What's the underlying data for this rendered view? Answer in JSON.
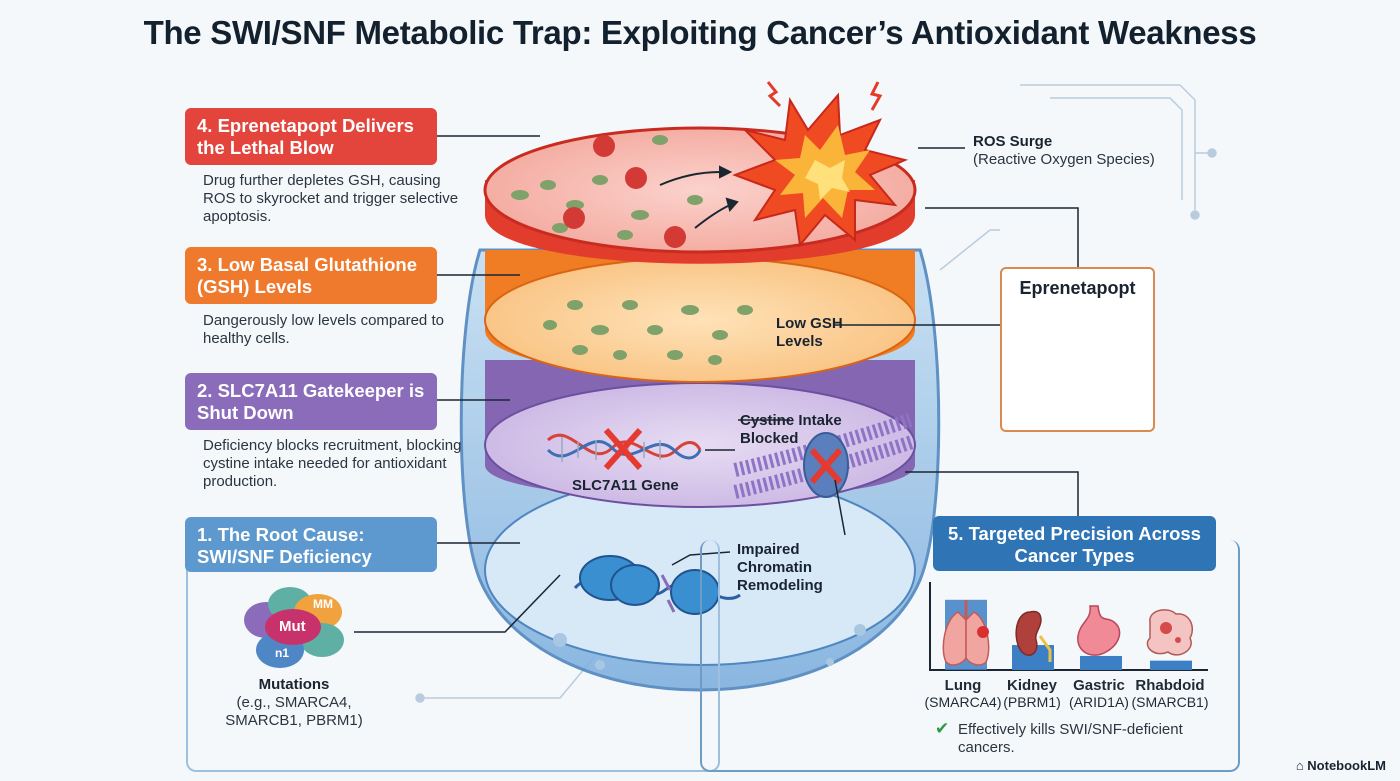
{
  "title": "The SWI/SNF Metabolic Trap: Exploiting Cancer’s Antioxidant Weakness",
  "steps": {
    "s4": {
      "title": "4. Eprenetapopt Delivers the Lethal Blow",
      "desc": "Drug further depletes GSH, causing ROS to skyrocket and trigger selective apoptosis."
    },
    "s3": {
      "title": "3. Low Basal Glutathione (GSH) Levels",
      "desc": "Dangerously low levels compared to healthy cells."
    },
    "s2": {
      "title": "2. SLC7A11 Gatekeeper is Shut Down",
      "desc": "Deficiency blocks recruitment, blocking cystine intake needed for antioxidant production."
    },
    "s1": {
      "title": "1. The Root Cause: SWI/SNF Deficiency"
    },
    "s5": {
      "title": "5. Targeted Precision Across Cancer Types"
    }
  },
  "labels": {
    "ros_title": "ROS Surge",
    "ros_sub": "(Reactive Oxygen Species)",
    "low_gsh": "Low GSH Levels",
    "cystine": "Cystine Intake Blocked",
    "gene": "SLC7A11 Gene",
    "chromatin": "Impaired Chromatin Remodeling",
    "drug": "Eprenetapopt",
    "mutations_title": "Mutations",
    "mutations_sub": "(e.g., SMARCA4, SMARCB1, PBRM1)",
    "blob_mut": "Mut",
    "blob_mm": "MM",
    "blob_n1": "n1"
  },
  "cancers": [
    {
      "name": "Lung",
      "gene": "(SMARCA4)",
      "value": 0.9
    },
    {
      "name": "Kidney",
      "gene": "(PBRM1)",
      "value": 0.32
    },
    {
      "name": "Gastric",
      "gene": "(ARID1A)",
      "value": 0.18
    },
    {
      "name": "Rhabdoid",
      "gene": "(SMARCB1)",
      "value": 0.12
    }
  ],
  "conclusion": "Effectively kills SWI/SNF-deficient cancers.",
  "footer": "NotebookLM",
  "colors": {
    "red": "#e3443c",
    "orange": "#ef7a2e",
    "purple": "#8a6cba",
    "blue": "#5d98ce",
    "navy": "#2f74b5"
  }
}
